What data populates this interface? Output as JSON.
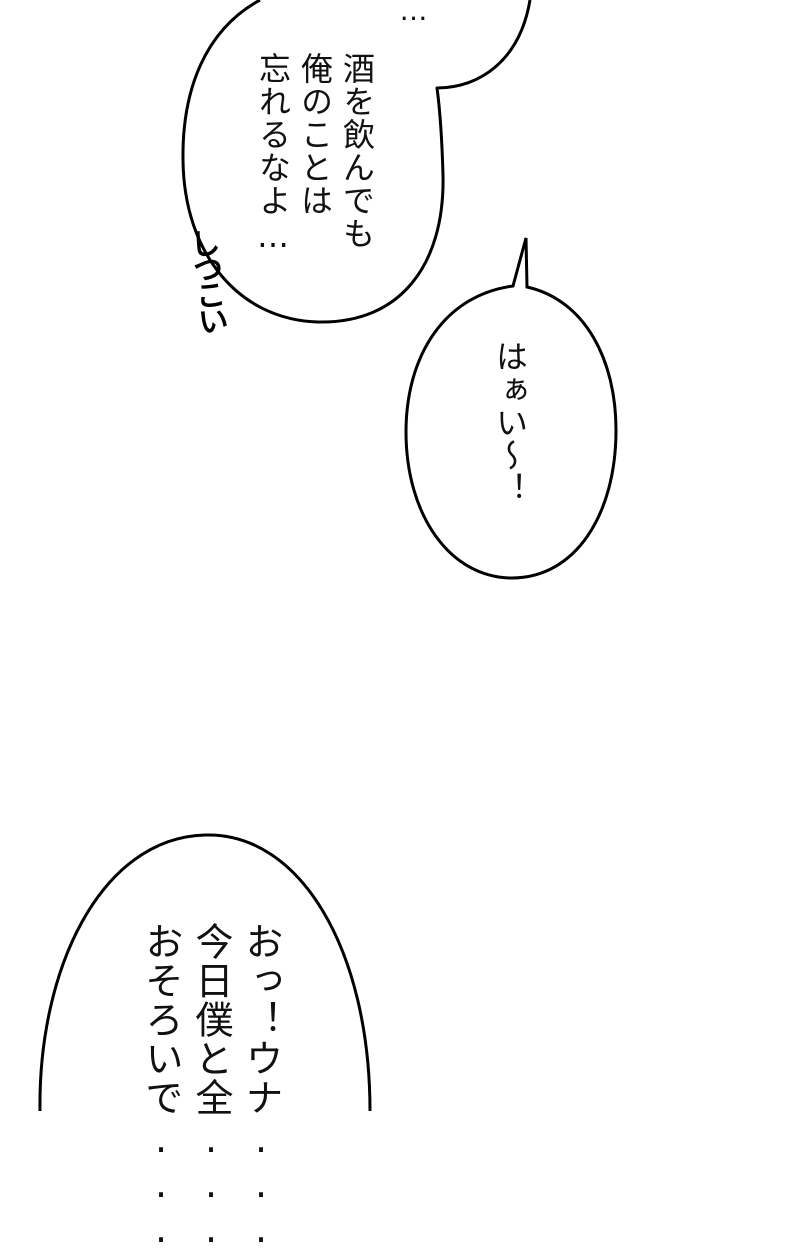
{
  "page": {
    "background": "#ffffff",
    "line_color": "#000000"
  },
  "bubbles": [
    {
      "id": "bubble-1",
      "lines_top_fragment": "…",
      "text": "酒を飲んでも\n俺のことは\n忘れるなよ…",
      "lines": [
        "酒を飲んでも",
        "俺のことは",
        "忘れるなよ…"
      ]
    },
    {
      "id": "bubble-2",
      "text": "はぁい～！",
      "lines": [
        "はぁい～！"
      ]
    },
    {
      "id": "bubble-3",
      "text": "おっ！ウナ...\n今日僕と全...\nおそろいで...",
      "lines": [
        "おっ！ウナ",
        "今日僕と全",
        "おそろいで"
      ],
      "truncated": true
    }
  ],
  "sfx": {
    "text": "しつこい"
  }
}
